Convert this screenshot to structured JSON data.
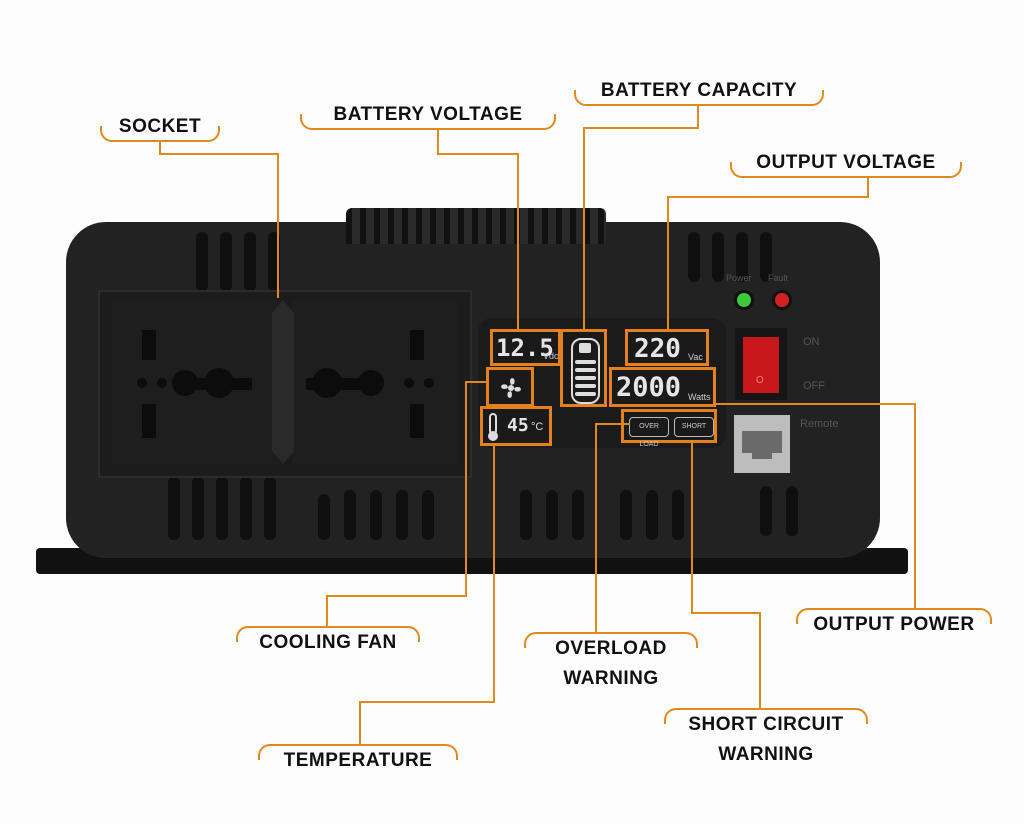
{
  "labels": {
    "socket": "SOCKET",
    "battery_voltage": "BATTERY VOLTAGE",
    "battery_capacity": "BATTERY CAPACITY",
    "output_voltage": "OUTPUT VOLTAGE",
    "cooling_fan": "COOLING FAN",
    "temperature": "TEMPERATURE",
    "overload_warning_1": "OVERLOAD",
    "overload_warning_2": "WARNING",
    "short_circuit_1": "SHORT CIRCUIT",
    "short_circuit_2": "WARNING",
    "output_power": "OUTPUT POWER"
  },
  "display": {
    "battery_voltage_value": "12.5",
    "battery_voltage_unit": "Vdc",
    "output_voltage_value": "220",
    "output_voltage_unit": "Vac",
    "output_power_value": "2000",
    "output_power_unit": "Watts",
    "temperature_value": "45",
    "temperature_unit": "°C",
    "overload_indicator": "OVER LOAD",
    "short_indicator": "SHORT"
  },
  "panel": {
    "power_led_label": "Power",
    "fault_led_label": "Fault",
    "switch_on": "ON",
    "switch_off": "OFF",
    "switch_symbol": "O",
    "remote_label": "Remote"
  },
  "colors": {
    "accent": "#e5801f",
    "body": "#222222",
    "power_led": "#3fc83a",
    "fault_led": "#d42020",
    "switch": "#c8181c"
  }
}
